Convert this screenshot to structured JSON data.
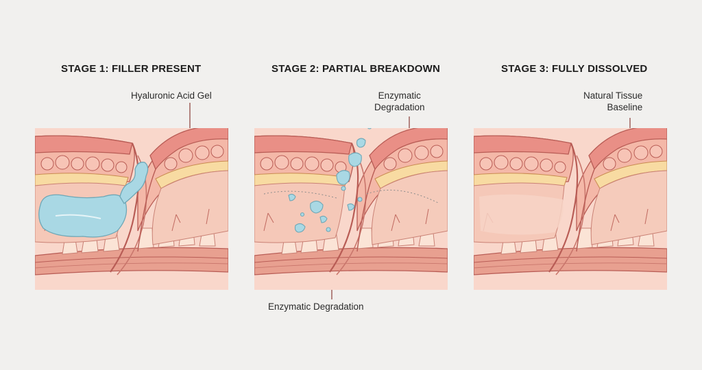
{
  "stages": [
    {
      "title": "STAGE 1: FILLER PRESENT",
      "callout": "Hyaluronic Acid Gel"
    },
    {
      "title": "STAGE 2: PARTIAL BREAKDOWN",
      "callout_top": [
        "Enzymatic",
        "Degradation"
      ],
      "callout_bottom": "Enzymatic Degradation"
    },
    {
      "title": "STAGE 3: FULLY DISSOLVED",
      "callout": [
        "Natural Tissue",
        "Baseline"
      ]
    }
  ],
  "colors": {
    "background": "#f1f0ee",
    "epidermis": "#e8938a",
    "dermis": "#f4c2b4",
    "fat_band": "#f6d9a0",
    "subcutis": "#f7cdbd",
    "muscle": "#e49a8c",
    "gel": "#a9d8e4",
    "outline": "#b85c55"
  }
}
